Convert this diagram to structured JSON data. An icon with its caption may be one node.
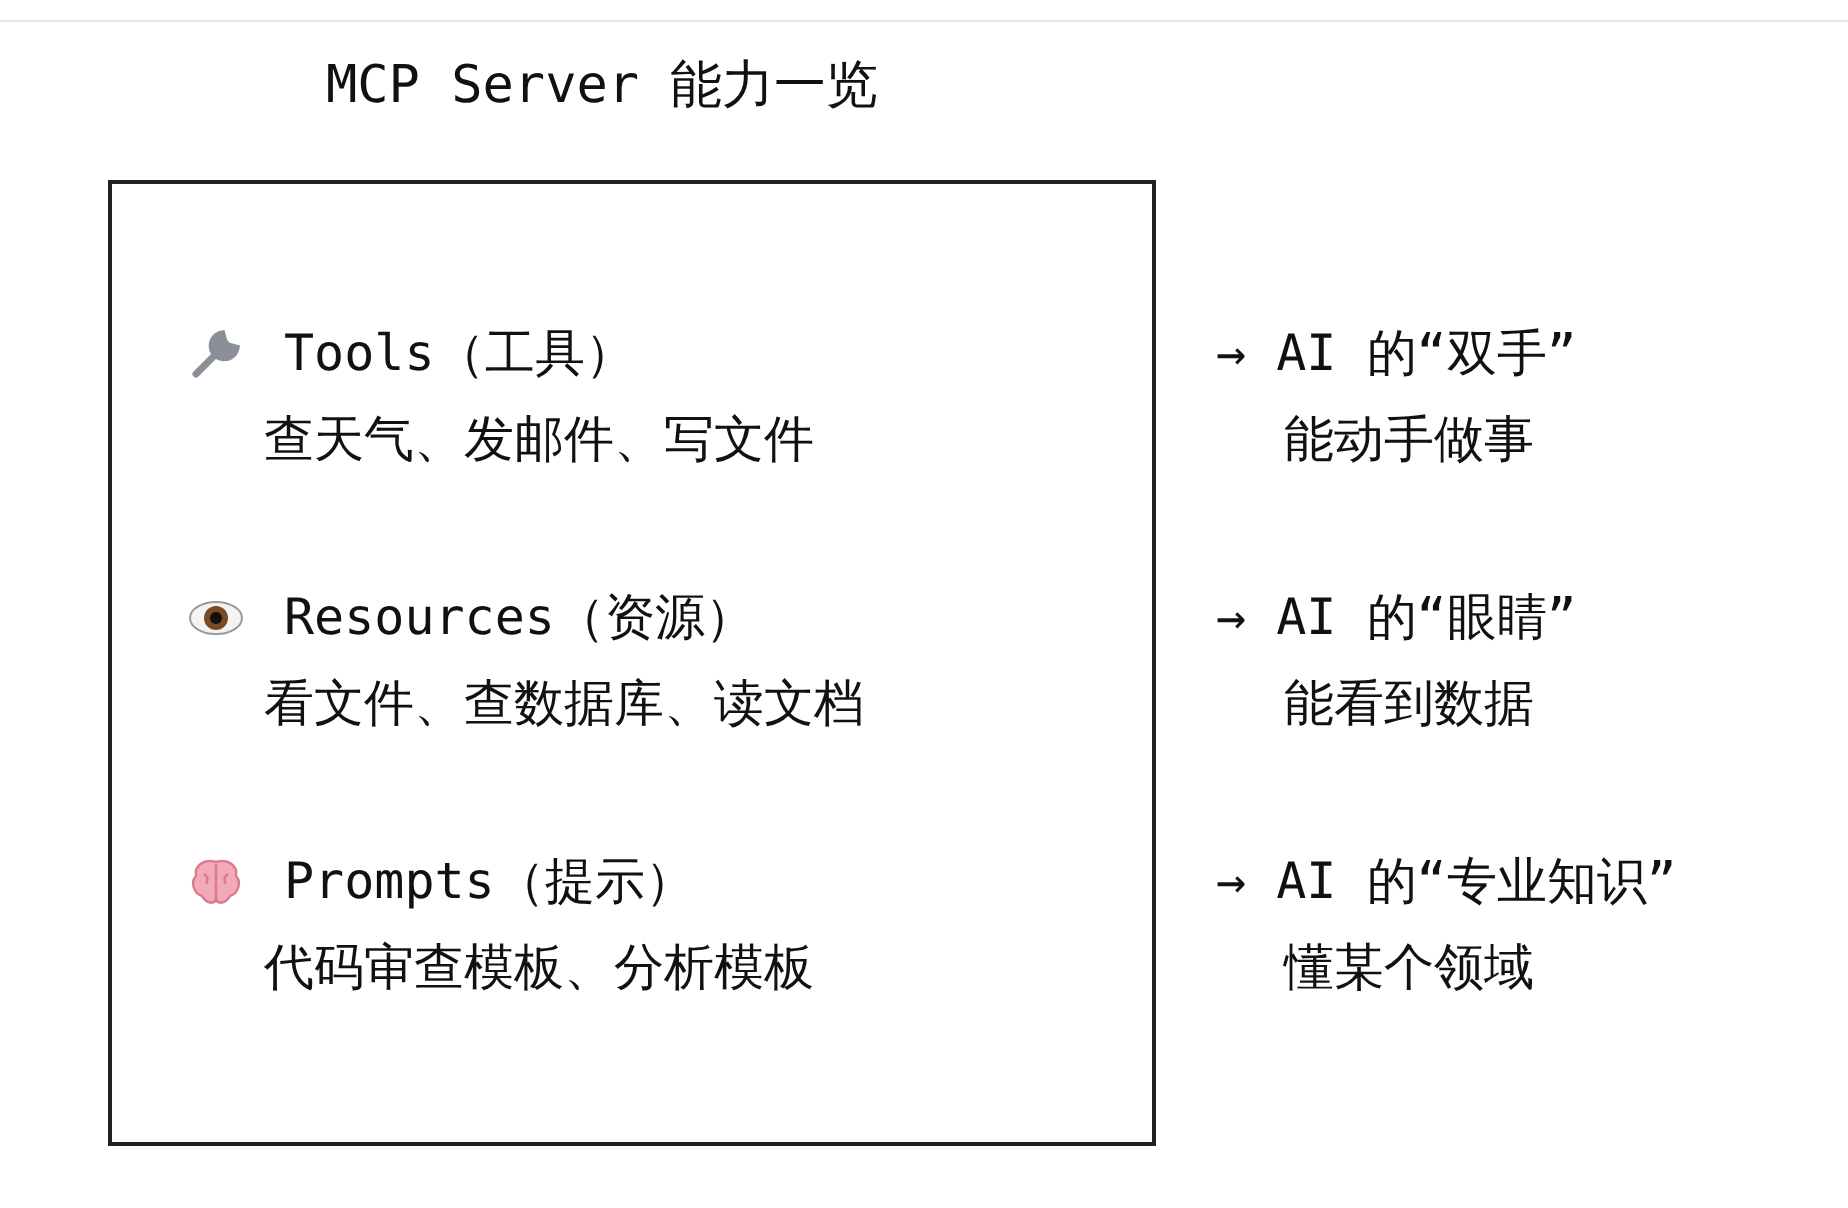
{
  "diagram": {
    "title": "MCP Server 能力一览",
    "nodes": [
      {
        "text": [],
        "shape": "box"
      },
      {
        "text": [
          "Tools（工具）",
          "查天气、发邮件、写文件"
        ],
        "in": 0,
        "beside": [
          "→ AI 的“双手”",
          "能动手做事"
        ]
      },
      {
        "text": [
          "Resources（资源）",
          "看文件、查数据库、读文档"
        ],
        "in": 0,
        "beside": [
          "→ AI 的“眼睛”",
          "能看到数据"
        ]
      },
      {
        "text": [
          "Prompts（提示）",
          "代码审查模板、分析模板"
        ],
        "in": 0,
        "beside": [
          "→ AI 的“专业知识”",
          "懂某个领域"
        ]
      }
    ],
    "edges": []
  }
}
